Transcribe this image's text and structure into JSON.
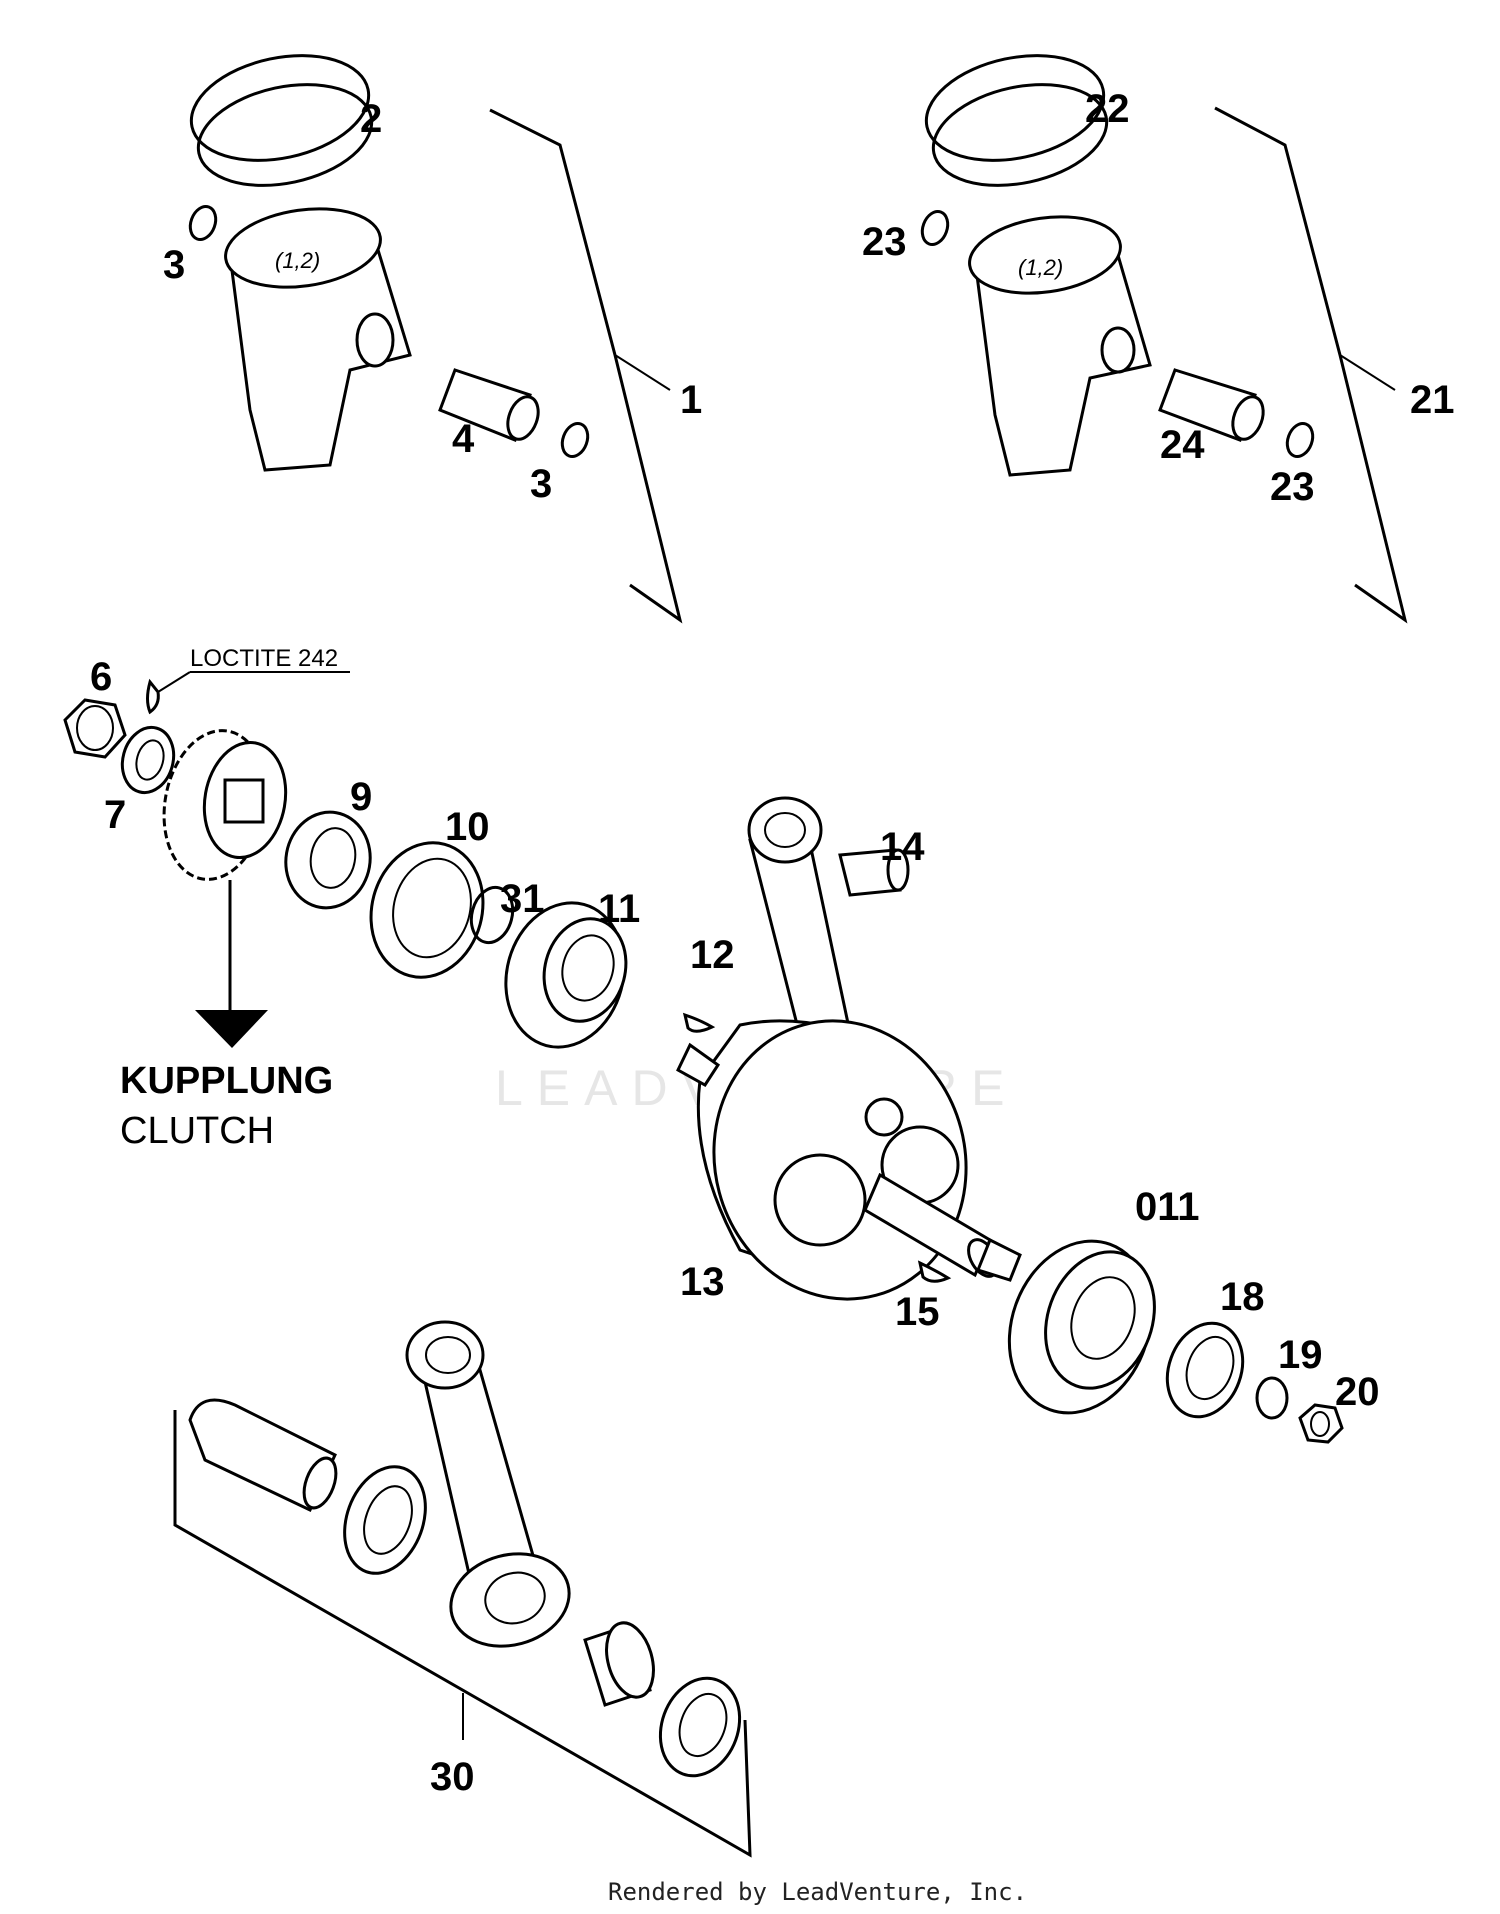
{
  "diagram": {
    "callouts": [
      {
        "id": "c1",
        "text": "1"
      },
      {
        "id": "c2",
        "text": "2"
      },
      {
        "id": "c3a",
        "text": "3"
      },
      {
        "id": "c3b",
        "text": "3"
      },
      {
        "id": "c4",
        "text": "4"
      },
      {
        "id": "c6",
        "text": "6"
      },
      {
        "id": "c7",
        "text": "7"
      },
      {
        "id": "c9",
        "text": "9"
      },
      {
        "id": "c10",
        "text": "10"
      },
      {
        "id": "c11",
        "text": "11"
      },
      {
        "id": "c31",
        "text": "31"
      },
      {
        "id": "c12",
        "text": "12"
      },
      {
        "id": "c13",
        "text": "13"
      },
      {
        "id": "c14",
        "text": "14"
      },
      {
        "id": "c15",
        "text": "15"
      },
      {
        "id": "c011",
        "text": "011"
      },
      {
        "id": "c18",
        "text": "18"
      },
      {
        "id": "c19",
        "text": "19"
      },
      {
        "id": "c20",
        "text": "20"
      },
      {
        "id": "c21",
        "text": "21"
      },
      {
        "id": "c22",
        "text": "22"
      },
      {
        "id": "c23a",
        "text": "23"
      },
      {
        "id": "c23b",
        "text": "23"
      },
      {
        "id": "c24",
        "text": "24"
      },
      {
        "id": "c30",
        "text": "30"
      }
    ],
    "piston_marking": "(1,2)",
    "loctite_note": "LOCTITE 242",
    "clutch_label_de": "KUPPLUNG",
    "clutch_label_en": "CLUTCH",
    "watermark": "LEADVENTURE",
    "credit": "Rendered by LeadVenture, Inc."
  }
}
